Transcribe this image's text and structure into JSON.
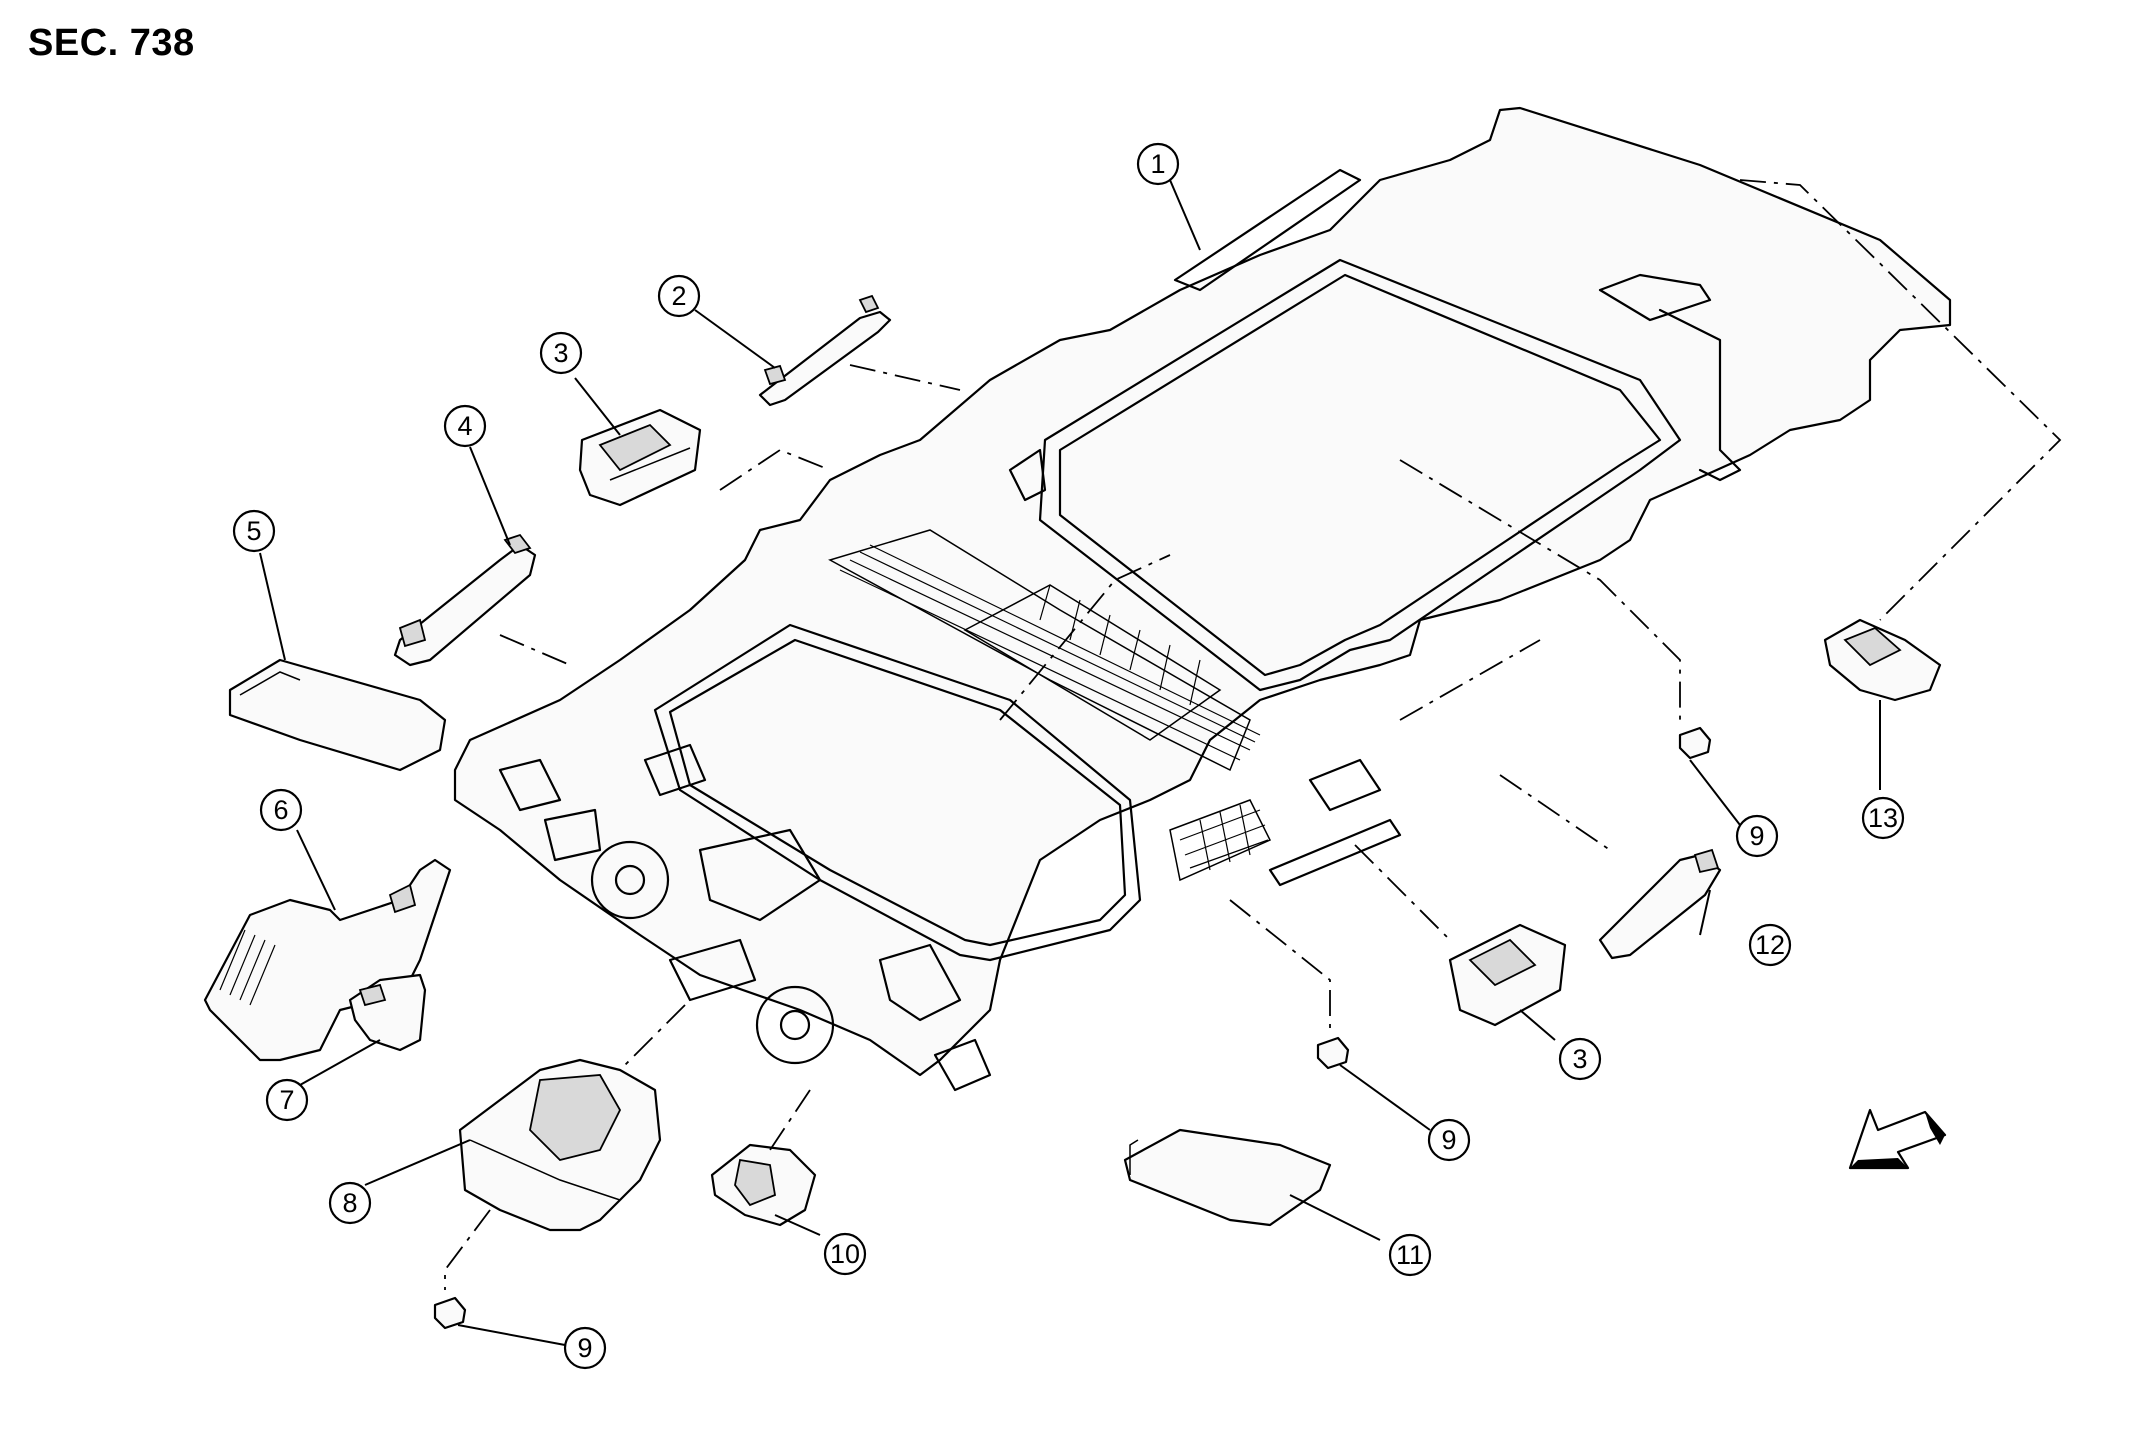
{
  "section": {
    "title": "SEC. 738"
  },
  "callouts": [
    {
      "label": "1"
    },
    {
      "label": "2"
    },
    {
      "label": "3"
    },
    {
      "label": "4"
    },
    {
      "label": "5"
    },
    {
      "label": "6"
    },
    {
      "label": "7"
    },
    {
      "label": "8"
    },
    {
      "label": "9"
    },
    {
      "label": "9"
    },
    {
      "label": "9"
    },
    {
      "label": "10"
    },
    {
      "label": "11"
    },
    {
      "label": "3"
    },
    {
      "label": "12"
    },
    {
      "label": "13"
    }
  ]
}
